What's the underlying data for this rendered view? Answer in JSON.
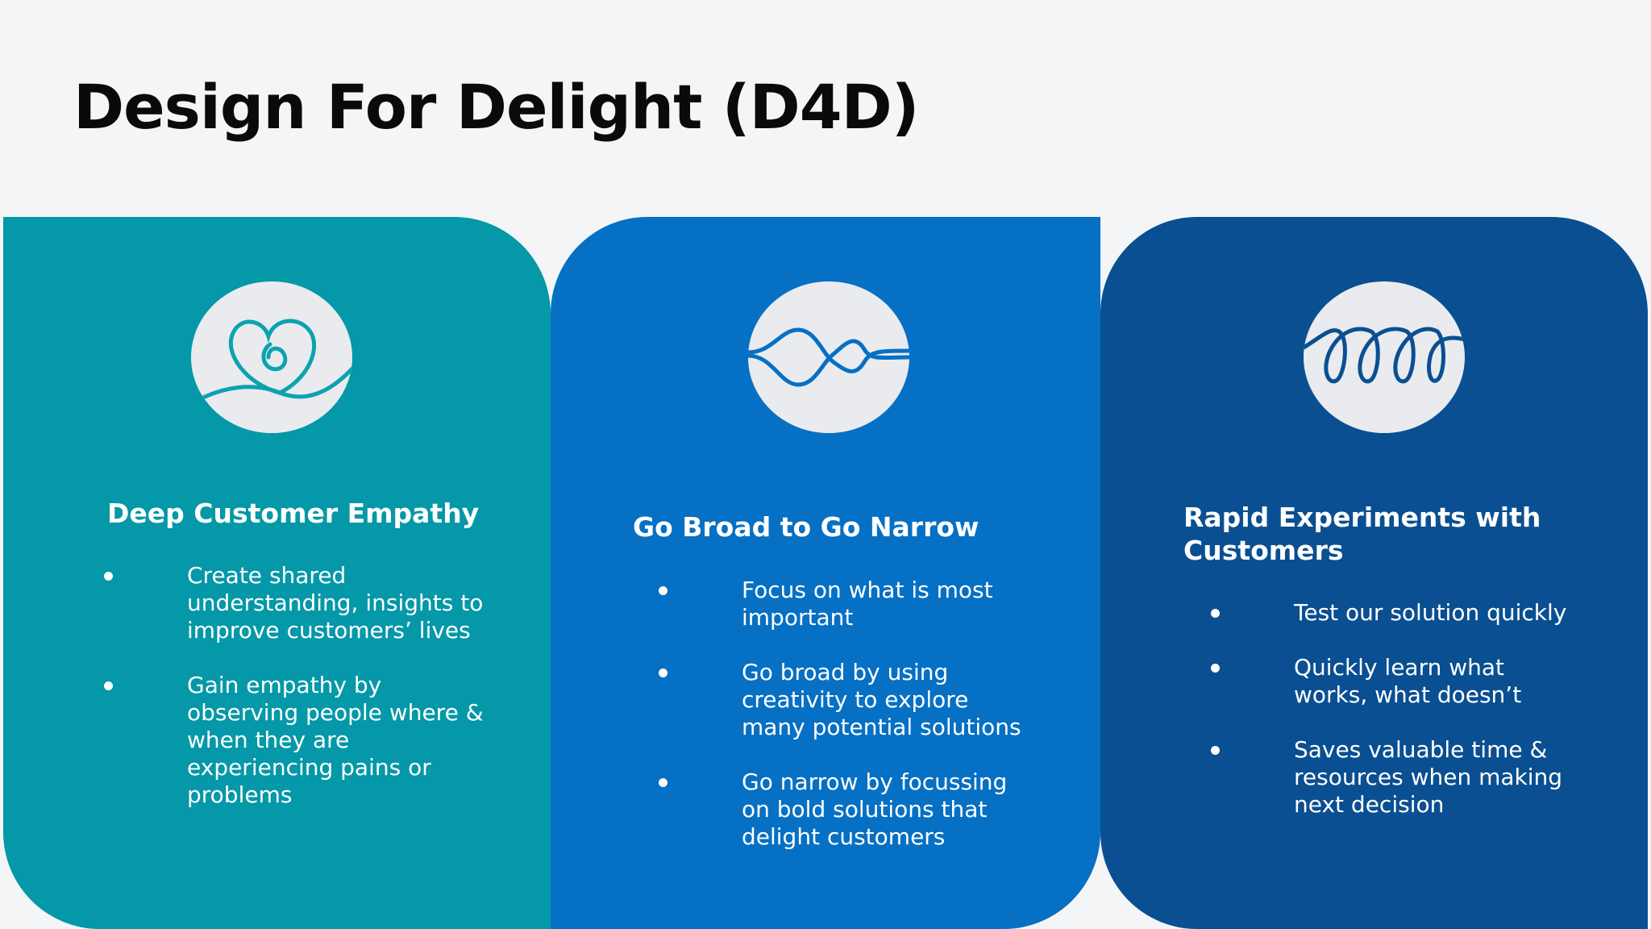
{
  "slide": {
    "title": "Design For Delight (D4D)"
  },
  "colors": {
    "panel_1": "#0498a8",
    "panel_2": "#0670c4",
    "panel_3": "#0a4f91",
    "icon_circle": "#e9ebef"
  },
  "panels": [
    {
      "icon": "heart-loop-icon",
      "heading": "Deep Customer Empathy",
      "bullets": [
        "Create shared understanding, insights to improve customers’ lives",
        "Gain empathy by observing people where & when they are experiencing pains or problems"
      ]
    },
    {
      "icon": "wave-crossing-icon",
      "heading": "Go Broad to Go Narrow",
      "bullets": [
        "Focus on what is most important",
        "Go broad by using creativity to explore many potential solutions",
        "Go narrow by focussing on bold solutions that delight customers"
      ]
    },
    {
      "icon": "spiral-loops-icon",
      "heading": "Rapid Experiments with Customers",
      "bullets": [
        "Test our solution quickly",
        "Quickly learn what works, what doesn’t",
        "Saves valuable time & resources when making next decision"
      ]
    }
  ]
}
